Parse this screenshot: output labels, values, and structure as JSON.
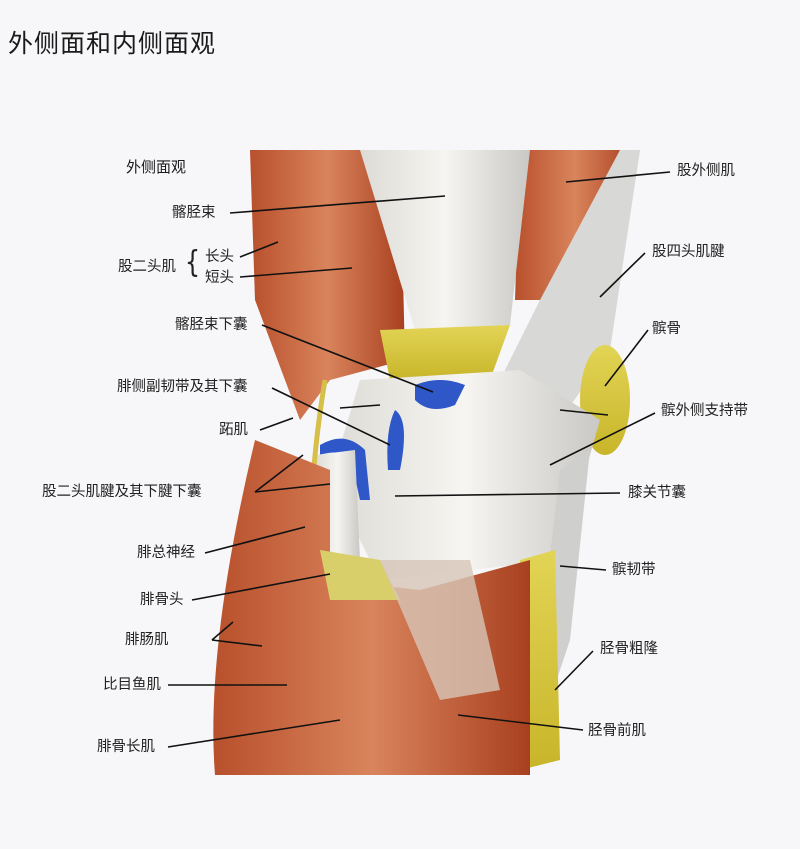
{
  "title": "外侧面和内侧面观",
  "subtitle": "外侧面观",
  "colors": {
    "muscle": "#c8603a",
    "muscle_dark": "#9c3a1e",
    "tendon": "#ecebe6",
    "fat": "#d6c63a",
    "bursa": "#2f57c8",
    "background": "#f7f6f8"
  },
  "labels": {
    "left": {
      "iliotibial_tract": "髂胫束",
      "biceps_femoris": "股二头肌",
      "long_head": "长头",
      "short_head": "短头",
      "iliotibial_bursa": "髂胫束下囊",
      "fibular_collateral": "腓侧副韧带及其下囊",
      "plantaris": "跖肌",
      "biceps_tendon": "股二头肌腱及其下腱下囊",
      "common_peroneal_nerve": "腓总神经",
      "fibular_head": "腓骨头",
      "gastrocnemius": "腓肠肌",
      "soleus": "比目鱼肌",
      "peroneus_longus": "腓骨长肌"
    },
    "right": {
      "vastus_lateralis": "股外侧肌",
      "quadriceps_tendon": "股四头肌腱",
      "patella": "髌骨",
      "lateral_retinaculum": "髌外侧支持带",
      "joint_capsule": "膝关节囊",
      "patellar_ligament": "髌韧带",
      "tibial_tuberosity": "胫骨粗隆",
      "tibialis_anterior": "胫骨前肌"
    }
  }
}
